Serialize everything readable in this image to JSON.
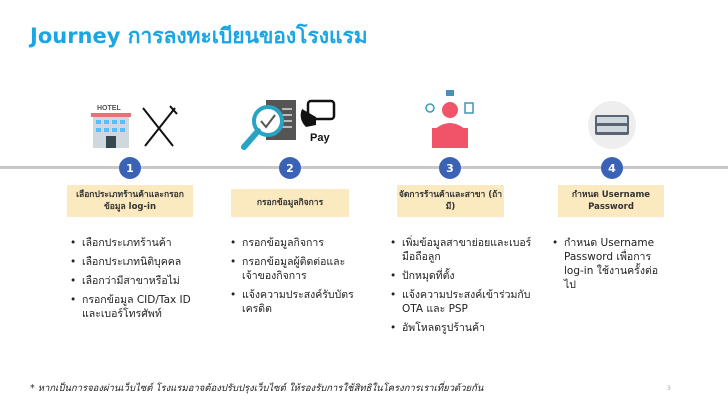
{
  "title": "Journey การลงทะเบียนของโรงแรม",
  "steps": [
    {
      "number": "1",
      "label": "เลือกประเภทร้านค้าและกรอกข้อมูล log-in",
      "icon": "hotel-restaurant-icon",
      "icon_text": "HOTEL",
      "bullets": [
        "เลือกประเภทร้านค้า",
        "เลือกประเภทนิติบุคคล",
        "เลือกว่ามีสาขาหรือไม่",
        "กรอกข้อมูล CID/Tax ID และเบอร์โทรศัพท์"
      ]
    },
    {
      "number": "2",
      "label": "กรอกข้อมูลกิจการ",
      "icon": "document-check-pay-icon",
      "icon_text": "Pay",
      "bullets": [
        "กรอกข้อมูลกิจการ",
        "กรอกข้อมูลผู้ติดต่อและเจ้าของกิจการ",
        "แจ้งความประสงค์รับบัตรเครดิต"
      ]
    },
    {
      "number": "3",
      "label": "จัดการร้านค้าและสาขา (ถ้ามี)",
      "icon": "manager-icon",
      "bullets": [
        "เพิ่มข้อมูลสาขาย่อยและเบอร์มือถือลูก",
        "ปักหมุดที่ตั้ง",
        "แจ้งความประสงค์เข้าร่วมกับ OTA และ PSP",
        "อัพโหลดรูปร้านค้า"
      ]
    },
    {
      "number": "4",
      "label": "กำหนด Username Password",
      "icon": "login-password-icon",
      "bullets": [
        "กำหนด Username Password เพื่อการ log-in ใช้งานครั้งต่อไป"
      ]
    }
  ],
  "footnote": "* หากเป็นการจองผ่านเว็บไซต์ โรงแรมอาจต้องปรับปรุงเว็บไซต์ ให้รองรับการใช้สิทธิในโครงการเราเที่ยวด้วยกัน",
  "page_number": "3",
  "colors": {
    "title": "#1aa6e4",
    "step_circle": "#3a63b8",
    "label_bg": "#fbe9bf",
    "timeline": "#c8c8c8"
  }
}
